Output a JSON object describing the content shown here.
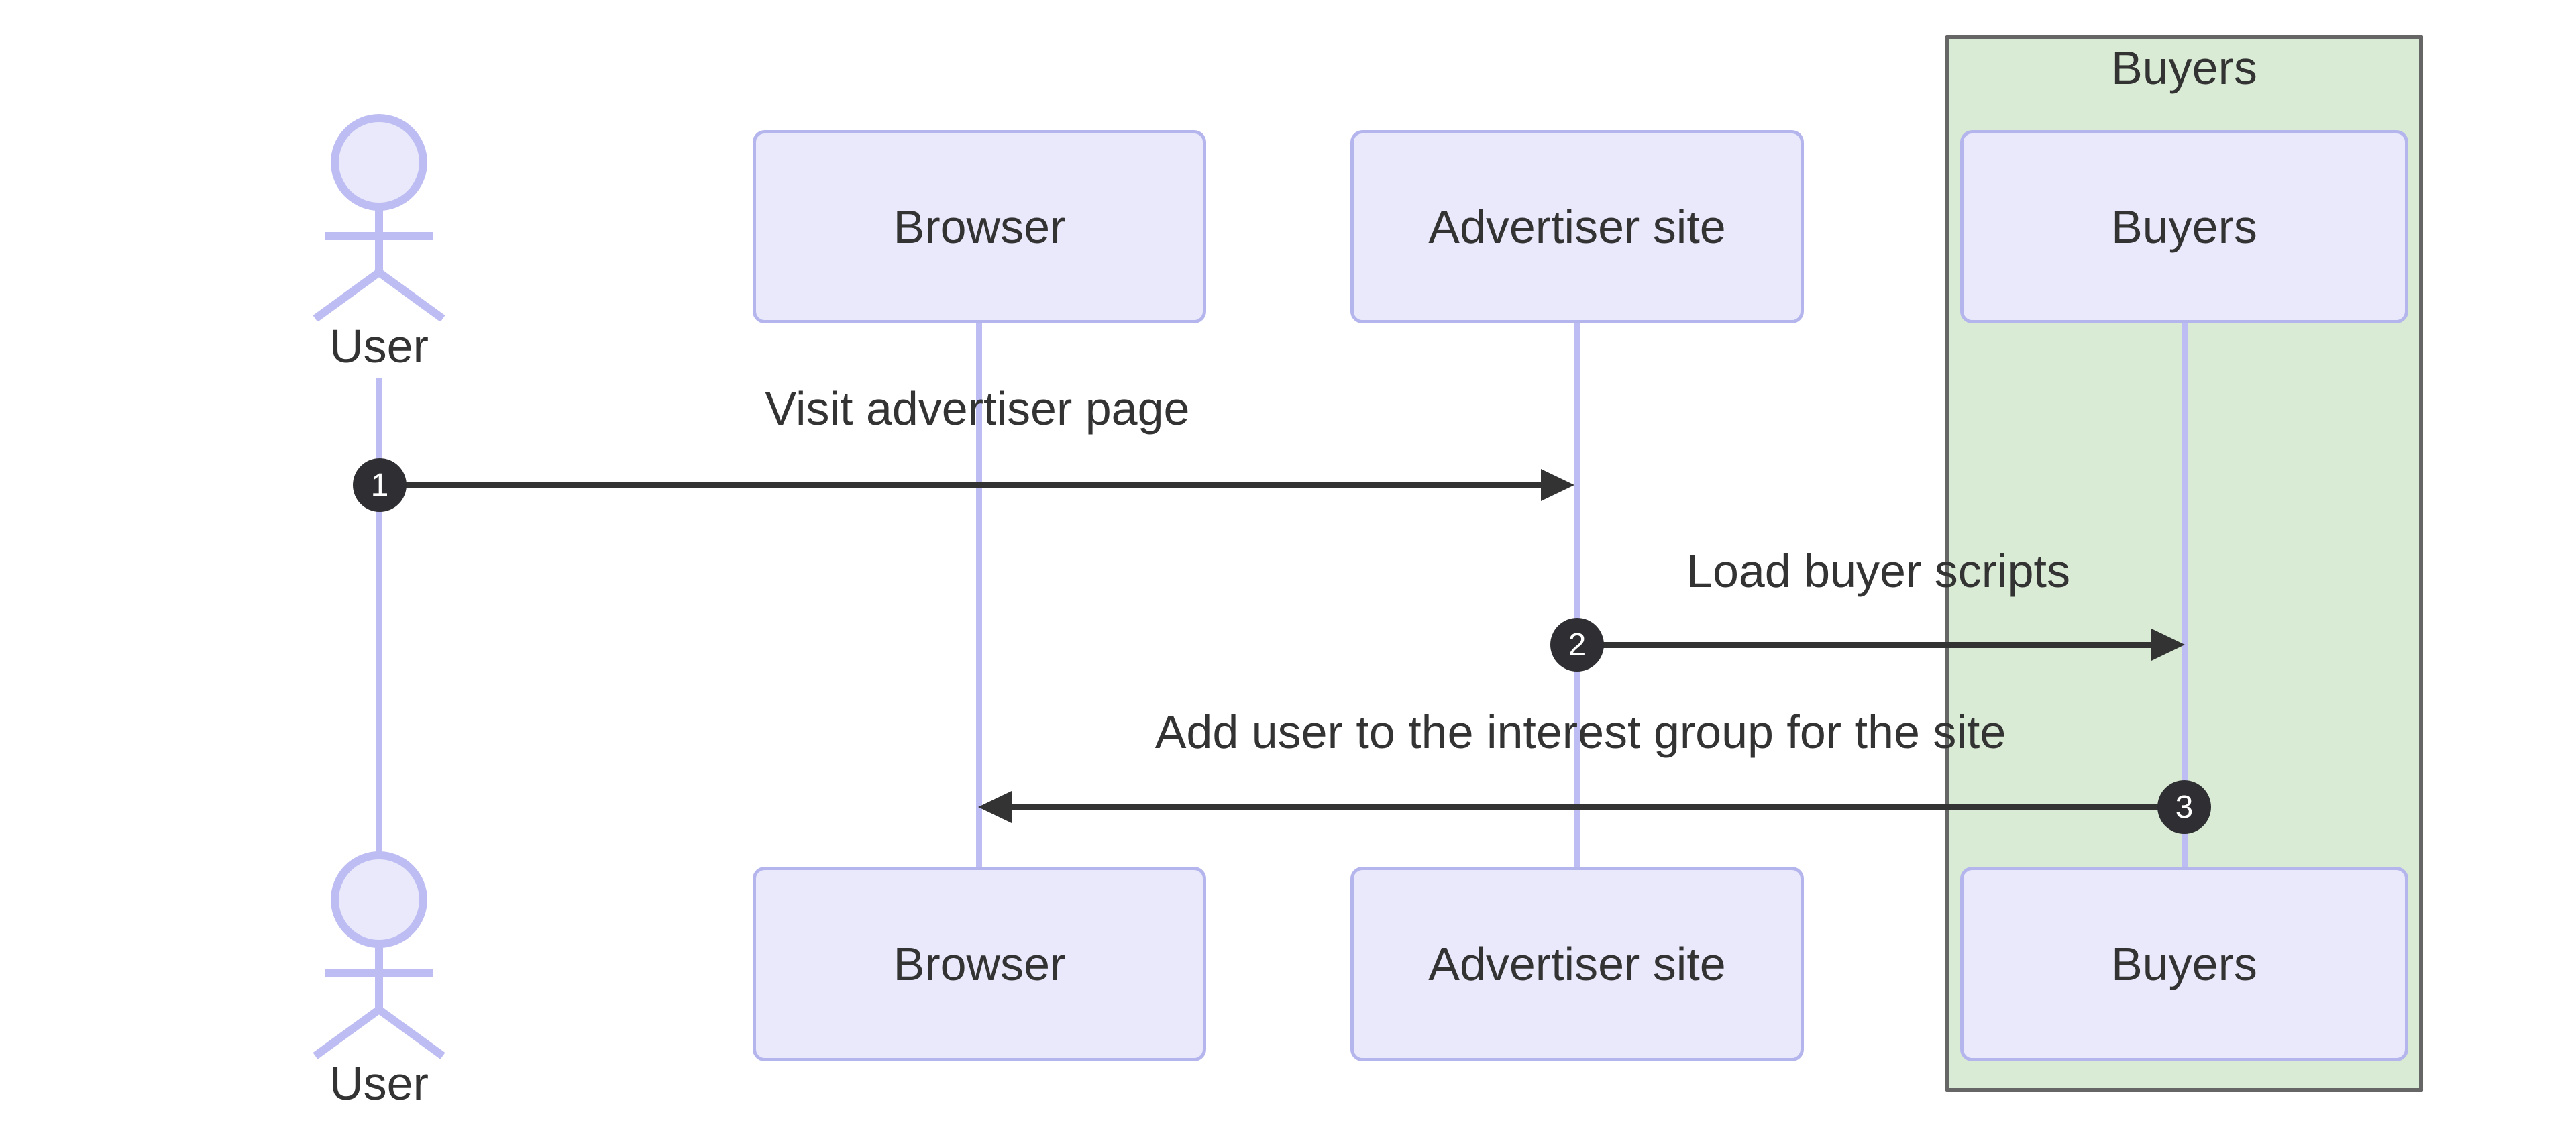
{
  "type": "sequence-diagram",
  "group": {
    "label": "Buyers"
  },
  "actor": {
    "label": "User"
  },
  "participants": [
    {
      "label": "Browser"
    },
    {
      "label": "Advertiser site"
    },
    {
      "label": "Buyers"
    }
  ],
  "messages": [
    {
      "num": "1",
      "label": "Visit advertiser page",
      "from": "User",
      "to": "Advertiser site"
    },
    {
      "num": "2",
      "label": "Load buyer scripts",
      "from": "Advertiser site",
      "to": "Buyers"
    },
    {
      "num": "3",
      "label": "Add user to the interest group for the site",
      "from": "Buyers",
      "to": "Browser"
    }
  ],
  "colors": {
    "lavender-fill": "#E9E9FB",
    "lavender-border": "#B5B5EE",
    "lifeline": "#BDBDF3",
    "green-fill": "#DAEBD5",
    "green-border": "#666666",
    "dark": "#333333",
    "badge-bg": "#2F2F33",
    "badge-text": "#FFFFFF",
    "background": "#FFFFFF"
  }
}
